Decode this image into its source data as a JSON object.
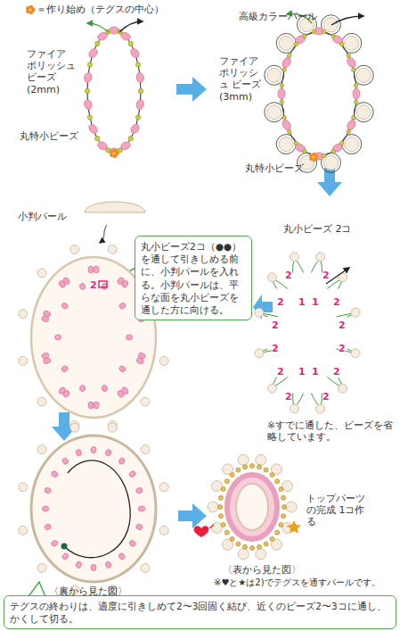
{
  "diagram": {
    "nodes": [
      {
        "text": [
          "丸小ビーズ2コ（●●）を通して引きしめる前に、小判パールを入れる。小判パールは、平らな面を丸小ビーズを通した方に向ける。"
        ]
      },
      {
        "text": [
          "テグスの終わりは、適度に引きしめて2〜3回固く結び、近くのビーズ2〜3コに通し、かくして切る。"
        ]
      }
    ],
    "labels": [
      "＝作り始め（テグスの中心）",
      "ファイア ポリッシュ ビーズ (2mm)",
      "丸特小ビーズ",
      "高級カラーパール",
      "ファイア ポリッシュ ビーズ (3mm)",
      "丸特小ビーズ",
      "丸小ビーズ 2コ",
      "2",
      "2",
      "2",
      "1",
      "1",
      "2",
      "2",
      "2",
      "2",
      "2",
      "2",
      "1",
      "1",
      "2",
      "2",
      "2",
      "※すでに通した、ビーズを省略しています。",
      "小判パール",
      "2",
      "〈裏から見た図〉",
      "トップパーツの完成 1コ作る",
      "〈表から見た図〉",
      "※♥と★は2)でテグスを通すパールです。"
    ]
  }
}
